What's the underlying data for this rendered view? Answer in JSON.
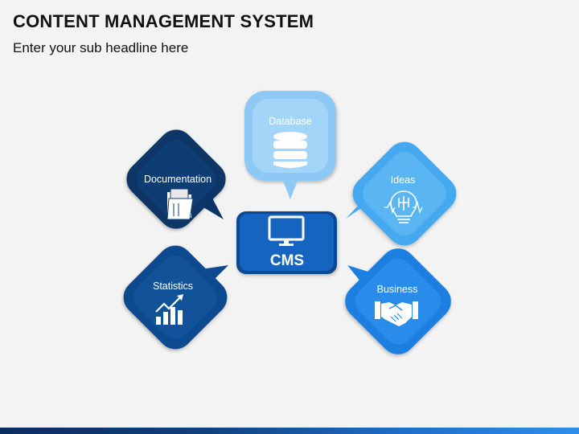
{
  "slide": {
    "title": "CONTENT MANAGEMENT SYSTEM",
    "subtitle": "Enter your sub headline here"
  },
  "diagram": {
    "center": {
      "label": "CMS",
      "icon": "monitor-icon",
      "color": "#1565c0"
    },
    "nodes": [
      {
        "id": "documentation",
        "label": "Documentation",
        "icon": "folder-icon",
        "color": "#0b3566"
      },
      {
        "id": "database",
        "label": "Database",
        "icon": "database-icon",
        "color": "#8ec9f5"
      },
      {
        "id": "ideas",
        "label": "Ideas",
        "icon": "lightbulb-icon",
        "color": "#45a9f0"
      },
      {
        "id": "statistics",
        "label": "Statistics",
        "icon": "growth-chart-icon",
        "color": "#0e4a8f"
      },
      {
        "id": "business",
        "label": "Business",
        "icon": "handshake-icon",
        "color": "#1d7fe0"
      }
    ]
  }
}
